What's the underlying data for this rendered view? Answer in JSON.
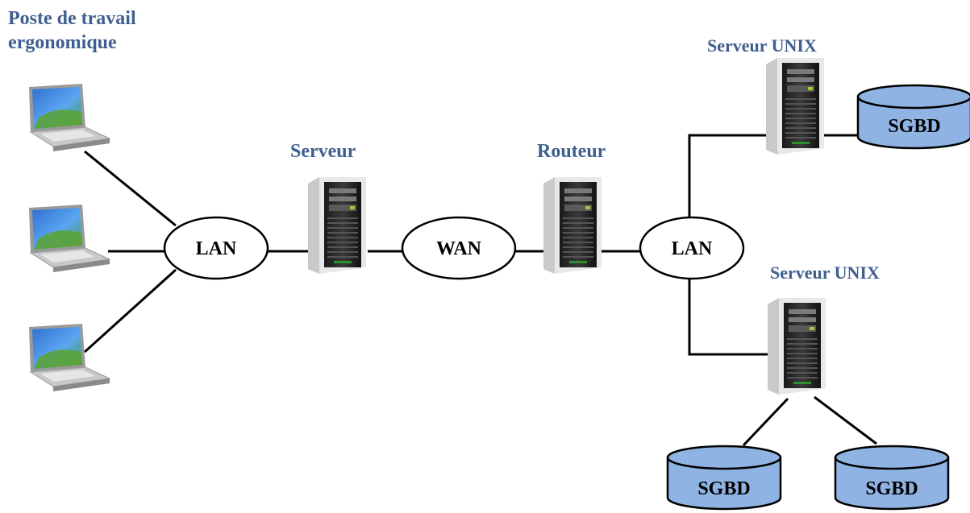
{
  "labels": {
    "workstation_line1": "Poste de travail",
    "workstation_line2": "ergonomique",
    "server": "Serveur",
    "router": "Routeur",
    "unix_server_top": "Serveur UNIX",
    "unix_server_bottom": "Serveur UNIX"
  },
  "nodes": {
    "lan_left": "LAN",
    "wan": "WAN",
    "lan_right": "LAN",
    "sgbd_top": "SGBD",
    "sgbd_bottom_left": "SGBD",
    "sgbd_bottom_right": "SGBD"
  },
  "colors": {
    "title_text": "#3f5f8f",
    "database_fill": "#8fb3e3",
    "line": "#000000"
  }
}
